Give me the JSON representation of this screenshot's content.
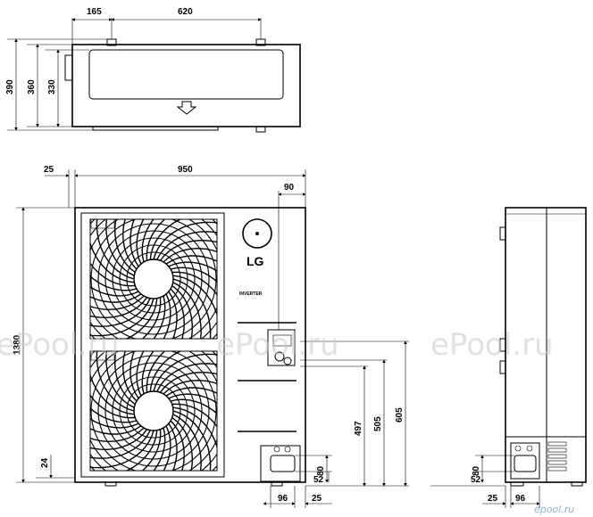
{
  "dimensions": {
    "top_165": "165",
    "top_620": "620",
    "left_390": "390",
    "left_360": "360",
    "left_330": "330",
    "front_25": "25",
    "front_950": "950",
    "front_90": "90",
    "front_1380": "1380",
    "front_24": "24",
    "front_497": "497",
    "front_505": "505",
    "front_605": "605",
    "front_80": "80",
    "front_52": "52",
    "front_96": "96",
    "front_25b": "25",
    "side_80": "80",
    "side_52": "52",
    "side_25": "25",
    "side_96": "96"
  },
  "labels": {
    "brand": "LG",
    "inverter": "INVERTER"
  },
  "watermarks": [
    "ePool.ru",
    "ePool.ru",
    "ePool.ru"
  ],
  "corner_mark": "epool.ru",
  "colors": {
    "line": "#000000",
    "watermark": "#c9c9c9",
    "corner": "#8ab7d4"
  }
}
